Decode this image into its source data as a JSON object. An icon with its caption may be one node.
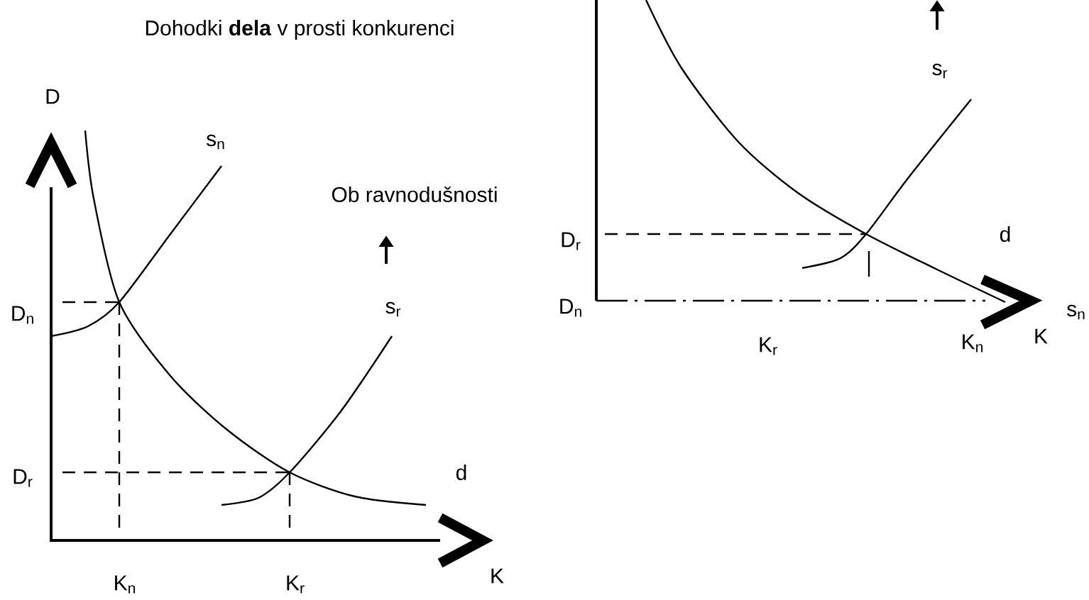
{
  "diagram": {
    "title": "Dohodki **dela** v prosti konkurenci",
    "labels": [
      "s$_{r}$",
      "D",
      "s$_{n}$",
      "Ob ravnodušnosti",
      "D$_{r}$",
      "d",
      "D$_{n}$",
      "s$_{r}$",
      "D$_{n}$",
      "s$_{n}$",
      "K$_{r}$",
      "K$_{n}$",
      "K",
      "D$_{r}$",
      "d",
      "K$_{n}$",
      "K$_{r}$",
      "K"
    ]
  }
}
